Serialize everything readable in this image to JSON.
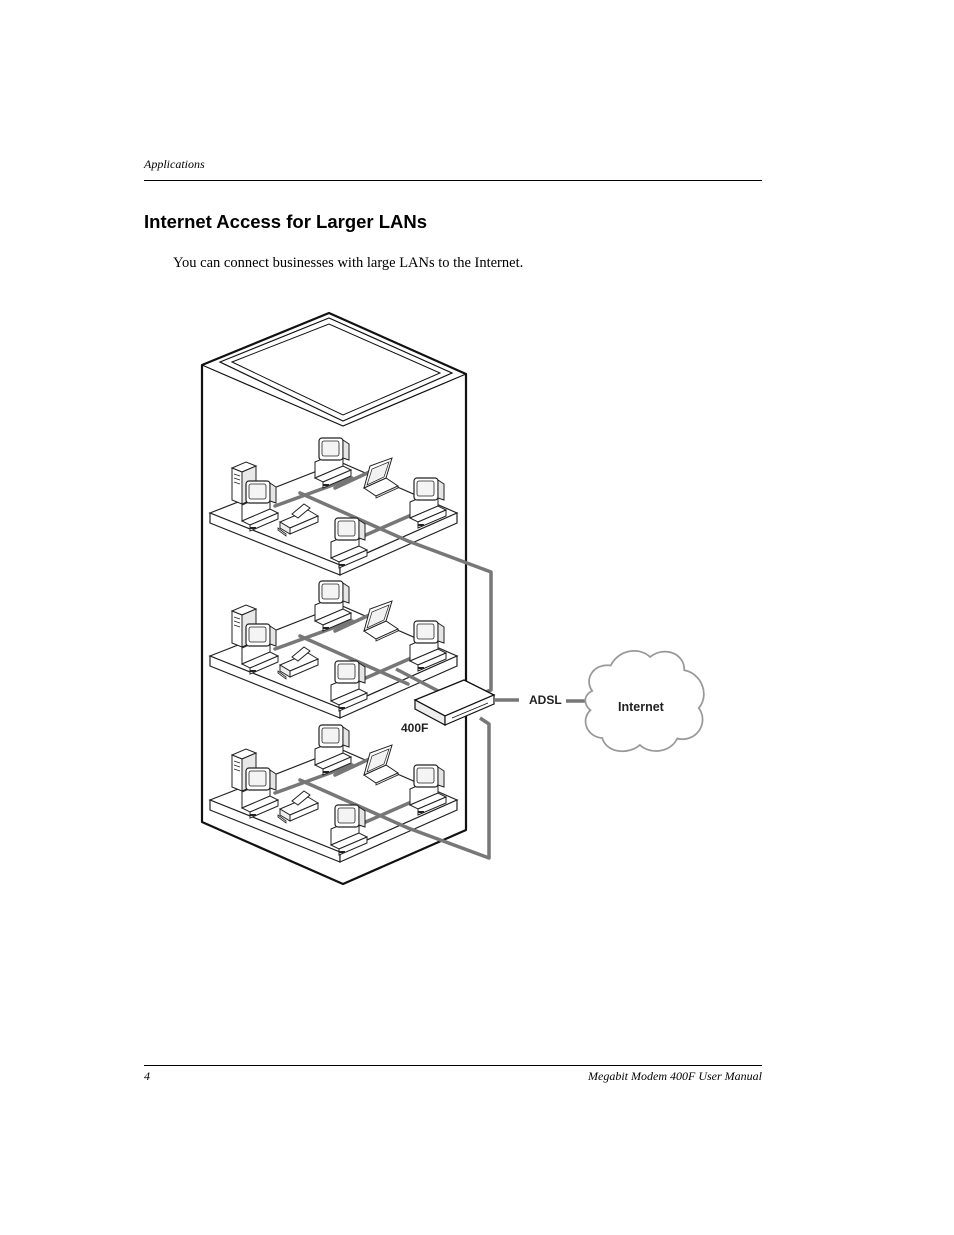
{
  "header": {
    "running_head": "Applications"
  },
  "section": {
    "title": "Internet Access for Larger LANs",
    "body": "You can connect businesses with large LANs to the Internet."
  },
  "figure": {
    "labels": {
      "modem": "400F",
      "link": "ADSL",
      "cloud": "Internet"
    },
    "floors": 3
  },
  "footer": {
    "page_number": "4",
    "manual_title": "Megabit Modem 400F User Manual"
  }
}
